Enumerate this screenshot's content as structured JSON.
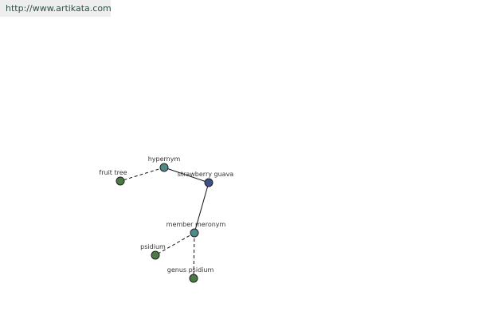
{
  "site": {
    "url_text": "http://www.artikata.com"
  },
  "colors": {
    "center": "#3d4f8c",
    "relation": "#4f8a8a",
    "leaf": "#4a7a46",
    "edge": "#111111",
    "url_bar_bg": "#eeeeee",
    "url_text": "#2f4f3f"
  },
  "graph": {
    "nodes": [
      {
        "id": "strawberry-guava",
        "label": "strawberry guava",
        "kind": "center"
      },
      {
        "id": "hypernym",
        "label": "hypernym",
        "kind": "relation"
      },
      {
        "id": "fruit-tree",
        "label": "fruit tree",
        "kind": "leaf"
      },
      {
        "id": "member-meronym",
        "label": "member meronym",
        "kind": "relation"
      },
      {
        "id": "psidium",
        "label": "psidium",
        "kind": "leaf"
      },
      {
        "id": "genus-psidium",
        "label": "genus psidium",
        "kind": "leaf"
      }
    ],
    "edges": [
      {
        "from": "hypernym",
        "to": "strawberry-guava",
        "style": "solid"
      },
      {
        "from": "hypernym",
        "to": "fruit-tree",
        "style": "dashed"
      },
      {
        "from": "strawberry-guava",
        "to": "member-meronym",
        "style": "solid"
      },
      {
        "from": "member-meronym",
        "to": "psidium",
        "style": "dashed"
      },
      {
        "from": "member-meronym",
        "to": "genus-psidium",
        "style": "dashed"
      }
    ]
  }
}
